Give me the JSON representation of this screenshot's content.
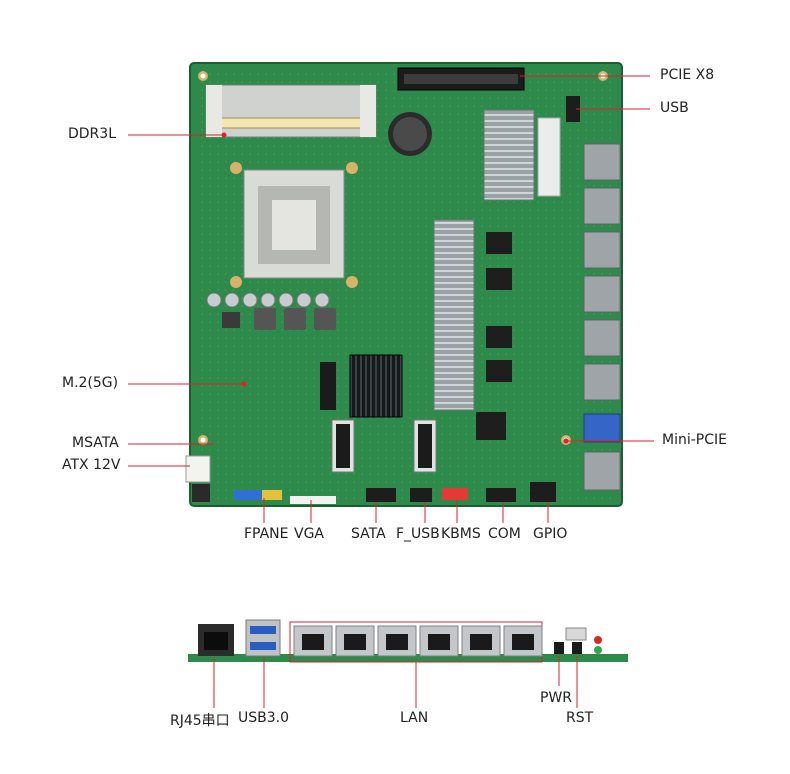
{
  "board_labels": {
    "ddr3l": "DDR3L",
    "m2": "M.2(5G)",
    "msata": "MSATA",
    "atx12v": "ATX 12V",
    "pcie_x8": "PCIE X8",
    "usb": "USB",
    "mini_pcie": "Mini-PCIE",
    "fpane": "FPANE",
    "vga": "VGA",
    "sata": "SATA",
    "f_usb": "F_USB",
    "kbms": "KBMS",
    "com": "COM",
    "gpio": "GPIO"
  },
  "io_labels": {
    "rj45": "RJ45串口",
    "usb30": "USB3.0",
    "lan": "LAN",
    "pwr": "PWR",
    "rst": "RST"
  },
  "colors": {
    "pcb": "#2e8a4a",
    "pcb_dark": "#1f6b36",
    "leader": "#e0202a"
  }
}
